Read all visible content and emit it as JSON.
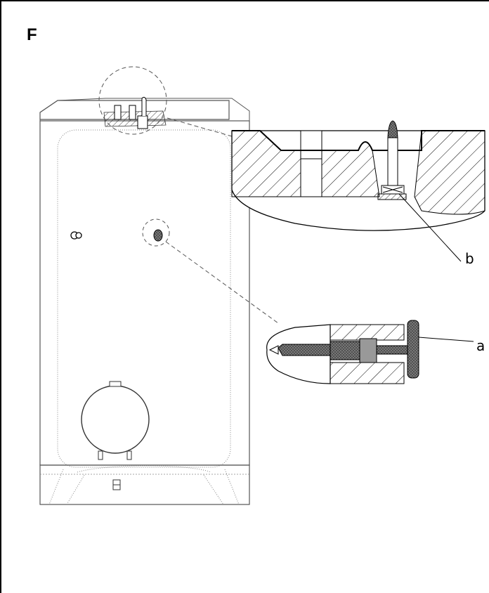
{
  "figure": {
    "letter": "F"
  },
  "callouts": {
    "a": "a",
    "b": "b"
  }
}
